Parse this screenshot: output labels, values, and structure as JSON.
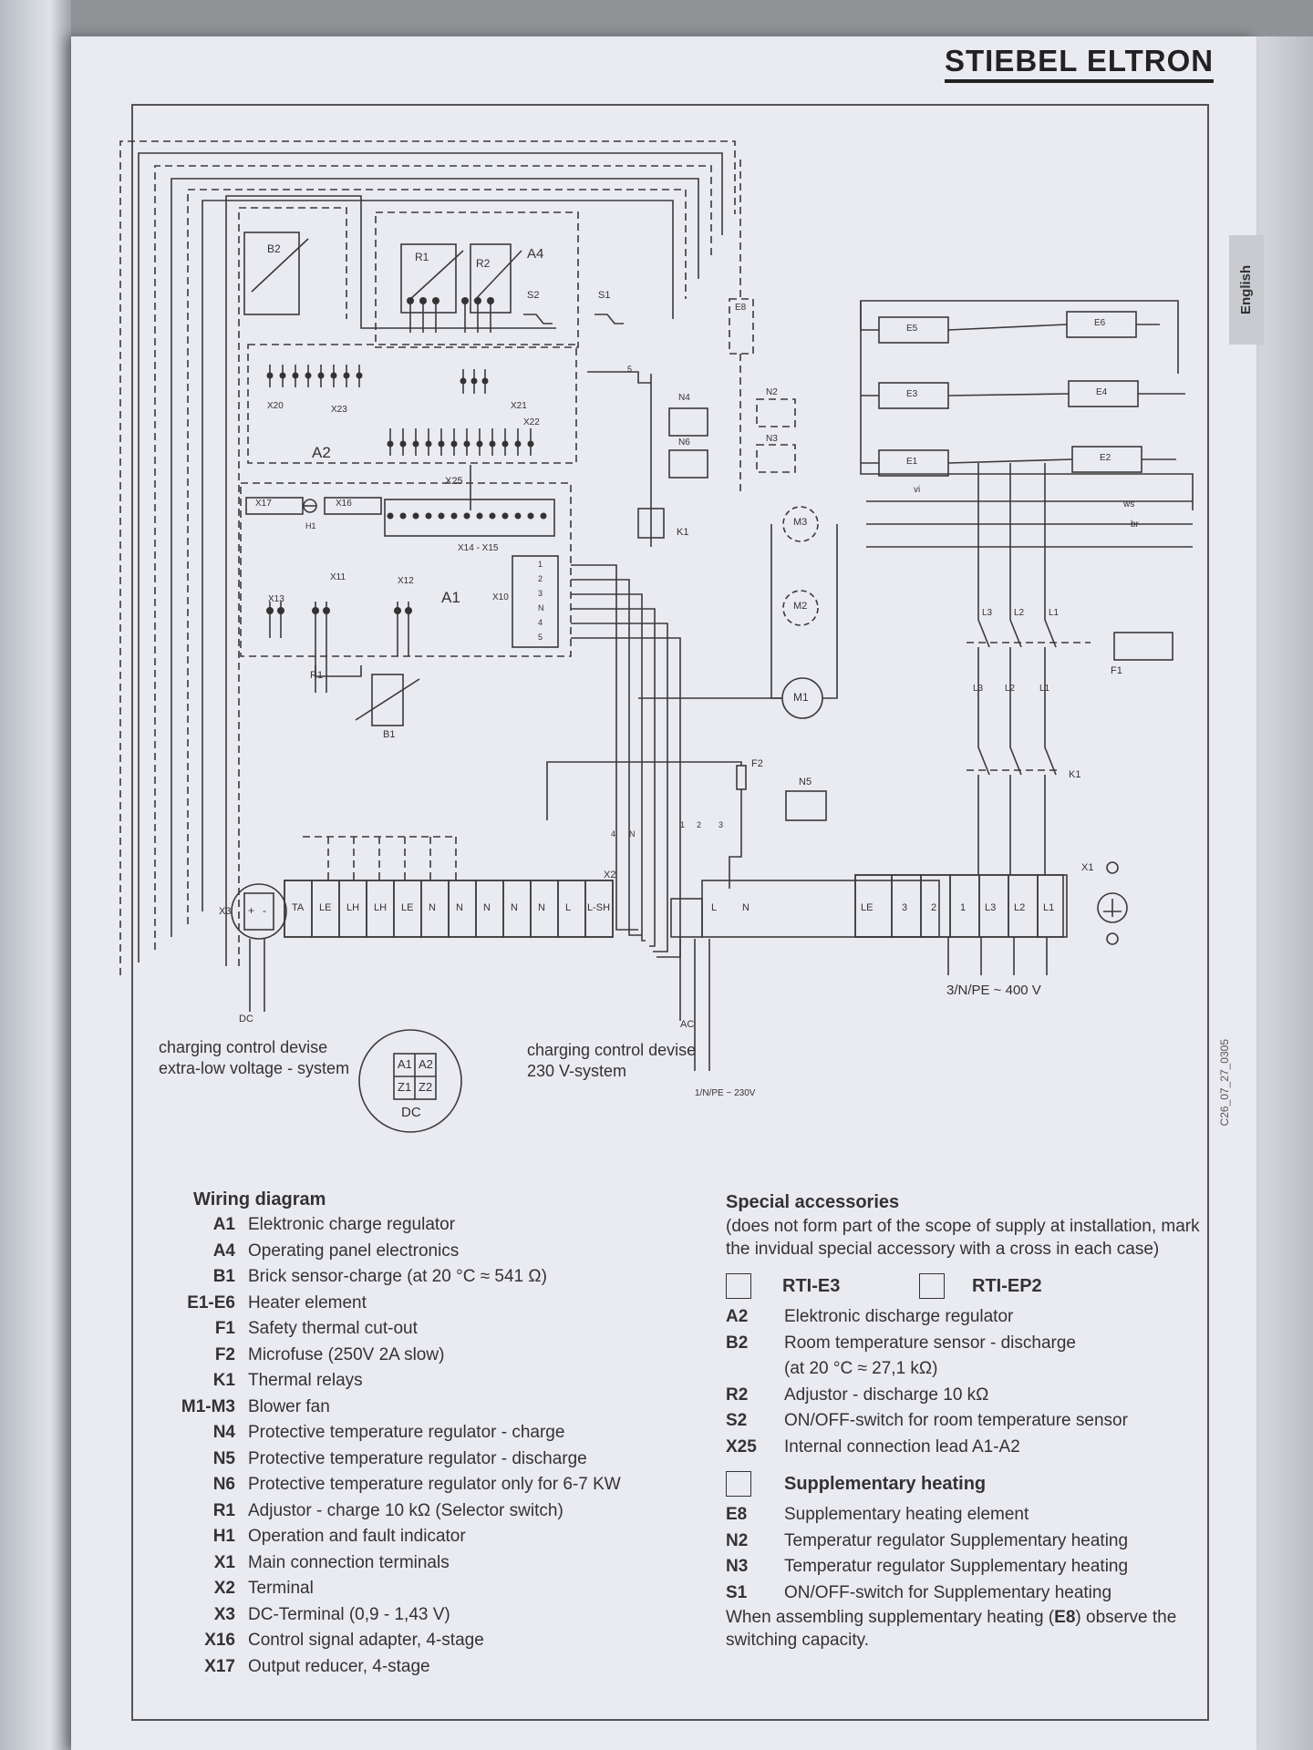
{
  "brand": "STIEBEL ELTRON",
  "language_tab": "English",
  "doc_id": "C26_07_27_0305",
  "diagram": {
    "components": {
      "A1": "A1",
      "A2": "A2",
      "A4": "A4",
      "B1": "B1",
      "B2": "B2",
      "R1": "R1",
      "R2": "R2",
      "S1": "S1",
      "S2": "S2",
      "N2": "N2",
      "N3": "N3",
      "N4": "N4",
      "N5": "N5",
      "N6": "N6",
      "K1": "K1",
      "F1": "F1",
      "F2": "F2",
      "E8": "E8",
      "M1": "M1",
      "M2": "M2",
      "M3": "M3",
      "H1": "H1",
      "X1": "X1",
      "X2": "X2",
      "X3": "X3",
      "X10": "X10",
      "X11": "X11",
      "X12": "X12",
      "X13": "X13",
      "X17": "X17",
      "X16": "X16",
      "X20": "X20",
      "X21": "X21",
      "X22": "X22",
      "X23": "X23",
      "X25": "X25",
      "X14_X15": "X14 - X15"
    },
    "heaters": [
      "E5",
      "E6",
      "E3",
      "E4",
      "E1",
      "E2"
    ],
    "wire_colors": [
      "vi",
      "ws",
      "br"
    ],
    "x2_terminals": [
      "TA",
      "LE",
      "LH",
      "LH",
      "LE",
      "N",
      "N",
      "N",
      "N",
      "N",
      "L",
      "L-SH"
    ],
    "x3_terminals": [
      "+",
      "-"
    ],
    "mid_terminals": [
      "L",
      "N"
    ],
    "x1_terminals": [
      "LE",
      "3",
      "2",
      "1",
      "L3",
      "L2",
      "L1"
    ],
    "phase_labels": [
      "L3",
      "L2",
      "L1"
    ],
    "x10_pins": [
      "1",
      "2",
      "3",
      "N",
      "4",
      "5"
    ],
    "supply_3ph": "3/N/PE ~ 400 V",
    "supply_1ph": "1/N/PE ~ 230V",
    "dc_label": "DC",
    "ac_label": "AC",
    "wire_nums": [
      "4",
      "N",
      "1",
      "2",
      "3",
      "1",
      "3",
      "2",
      "5"
    ],
    "charging_lv": [
      "charging control devise",
      "extra-low voltage - system"
    ],
    "charging_230": [
      "charging control devise",
      "230 V-system"
    ],
    "dc_detail": {
      "cells": [
        "A1",
        "A2",
        "Z1",
        "Z2"
      ],
      "label": "DC"
    }
  },
  "wiring_legend": {
    "title": "Wiring diagram",
    "items": [
      {
        "code": "A1",
        "desc": "Elektronic charge regulator"
      },
      {
        "code": "A4",
        "desc": "Operating panel electronics"
      },
      {
        "code": "B1",
        "desc": "Brick sensor-charge (at 20 °C ≈ 541 Ω)"
      },
      {
        "code": "E1-E6",
        "desc": "Heater element"
      },
      {
        "code": "F1",
        "desc": "Safety thermal cut-out"
      },
      {
        "code": "F2",
        "desc": "Microfuse (250V 2A slow)"
      },
      {
        "code": "K1",
        "desc": "Thermal relays"
      },
      {
        "code": "M1-M3",
        "desc": "Blower fan"
      },
      {
        "code": "N4",
        "desc": "Protective temperature regulator - charge"
      },
      {
        "code": "N5",
        "desc": "Protective temperature regulator - discharge"
      },
      {
        "code": "N6",
        "desc": "Protective temperature regulator only for  6-7 KW"
      },
      {
        "code": "R1",
        "desc": "Adjustor - charge 10 kΩ (Selector switch)"
      },
      {
        "code": "H1",
        "desc": "Operation and fault indicator"
      },
      {
        "code": "X1",
        "desc": "Main connection terminals"
      },
      {
        "code": "X2",
        "desc": "Terminal"
      },
      {
        "code": "X3",
        "desc": "DC-Terminal (0,9 - 1,43 V)"
      },
      {
        "code": "X16",
        "desc": "Control signal adapter, 4-stage"
      },
      {
        "code": "X17",
        "desc": "Output reducer, 4-stage"
      }
    ]
  },
  "accessories": {
    "title": "Special accessories",
    "note": "(does not form part of the scope of supply at installation, mark the invidual special accessory with a cross in each case)",
    "option1": "RTI-E3",
    "option2": "RTI-EP2",
    "group1": [
      {
        "code": "A2",
        "desc": "Elektronic discharge regulator"
      },
      {
        "code": "B2",
        "desc": "Room temperature sensor - discharge"
      },
      {
        "code": "",
        "desc": "(at 20 °C ≈ 27,1 kΩ)"
      },
      {
        "code": "R2",
        "desc": "Adjustor - discharge 10 kΩ"
      },
      {
        "code": "S2",
        "desc": "ON/OFF-switch for room temperature sensor"
      },
      {
        "code": "X25",
        "desc": "Internal connection lead A1-A2"
      }
    ],
    "supplementary_title": "Supplementary heating",
    "group2": [
      {
        "code": "E8",
        "desc": "Supplementary heating element"
      },
      {
        "code": "N2",
        "desc": "Temperatur regulator Supplementary heating"
      },
      {
        "code": "N3",
        "desc": "Temperatur regulator Supplementary heating"
      },
      {
        "code": "S1",
        "desc": "ON/OFF-switch for Supplementary heating"
      }
    ],
    "final_note_pre": "When assembling supplementary heating (",
    "final_note_code": "E8",
    "final_note_post": ") observe the switching capacity."
  }
}
